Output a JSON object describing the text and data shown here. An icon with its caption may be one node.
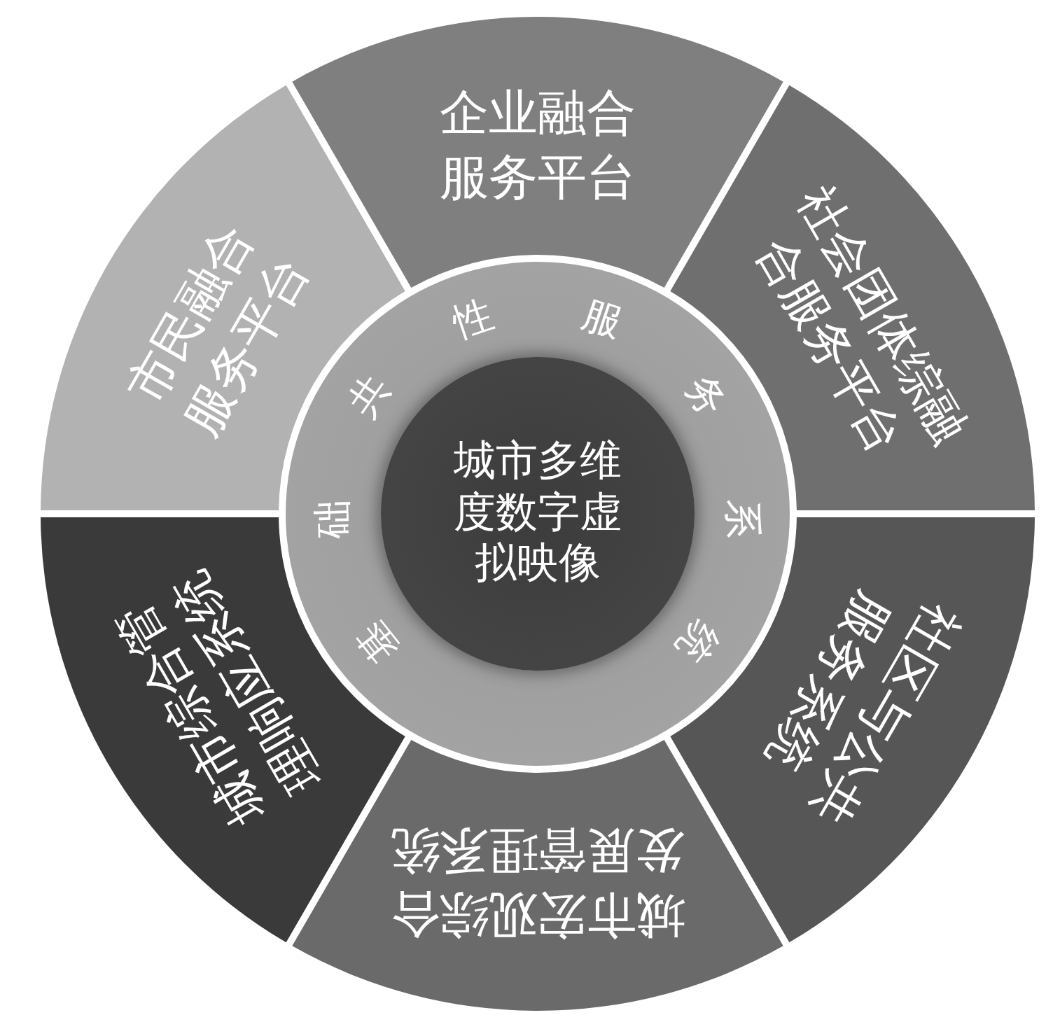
{
  "diagram": {
    "nodes": [
      {
        "text": [
          "基",
          "础",
          "共",
          "性",
          "服",
          "务",
          "系",
          "统"
        ]
      },
      {
        "text": [
          "城市多维度数字虚拟映像"
        ],
        "in": 0
      },
      {
        "text": [
          "企业融合服务平台"
        ]
      },
      {
        "text": [
          "社会团体综融合服务平台"
        ]
      },
      {
        "text": [
          "社区与公共服务系统"
        ]
      },
      {
        "text": [
          "城市宏观综合发展管理系统"
        ]
      },
      {
        "text": [
          "城市综合管理响应系统"
        ]
      },
      {
        "text": [
          "市民融合服务平台"
        ]
      }
    ]
  }
}
